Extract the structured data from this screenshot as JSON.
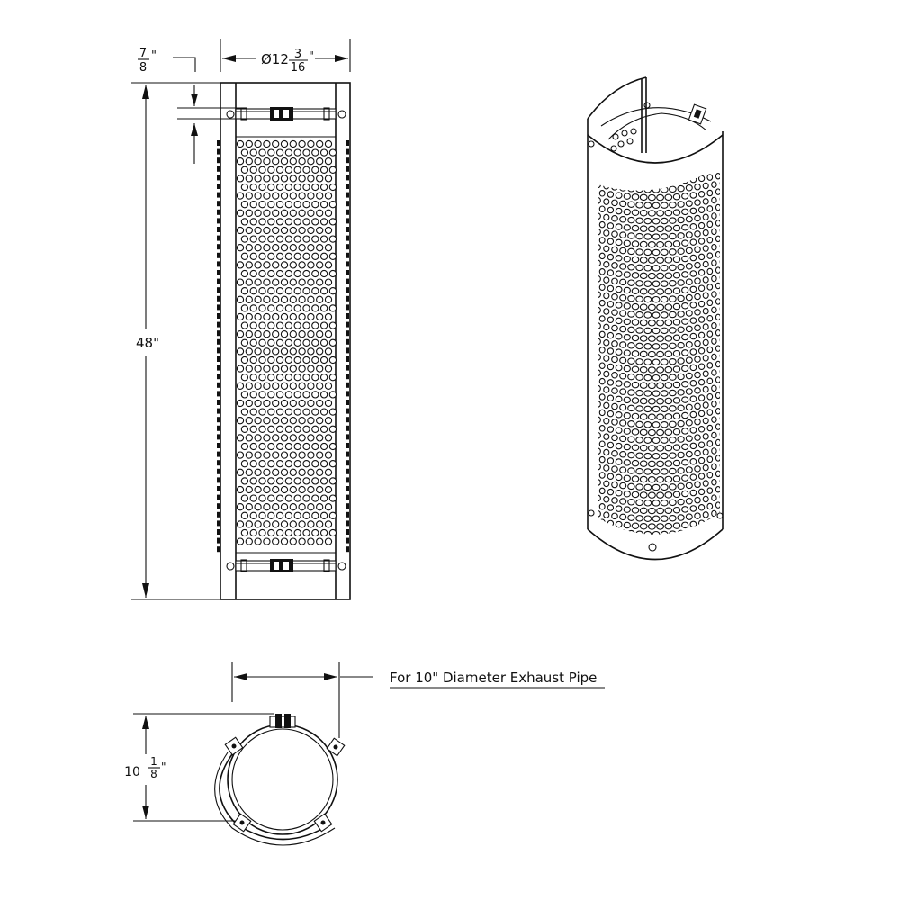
{
  "dimensions": {
    "overlap_numerator": "7",
    "overlap_denominator": "8",
    "overlap_inch": "\"",
    "diameter_prefix": "Ø12",
    "diameter_numerator": "3",
    "diameter_denominator": "16",
    "diameter_inch": "\"",
    "height": "48\"",
    "depth_whole": "10",
    "depth_numerator": "1",
    "depth_denominator": "8",
    "depth_inch": "\""
  },
  "note": {
    "pipe_label": "For 10\" Diameter Exhaust Pipe"
  },
  "colors": {
    "line": "#111111",
    "background": "#ffffff"
  }
}
